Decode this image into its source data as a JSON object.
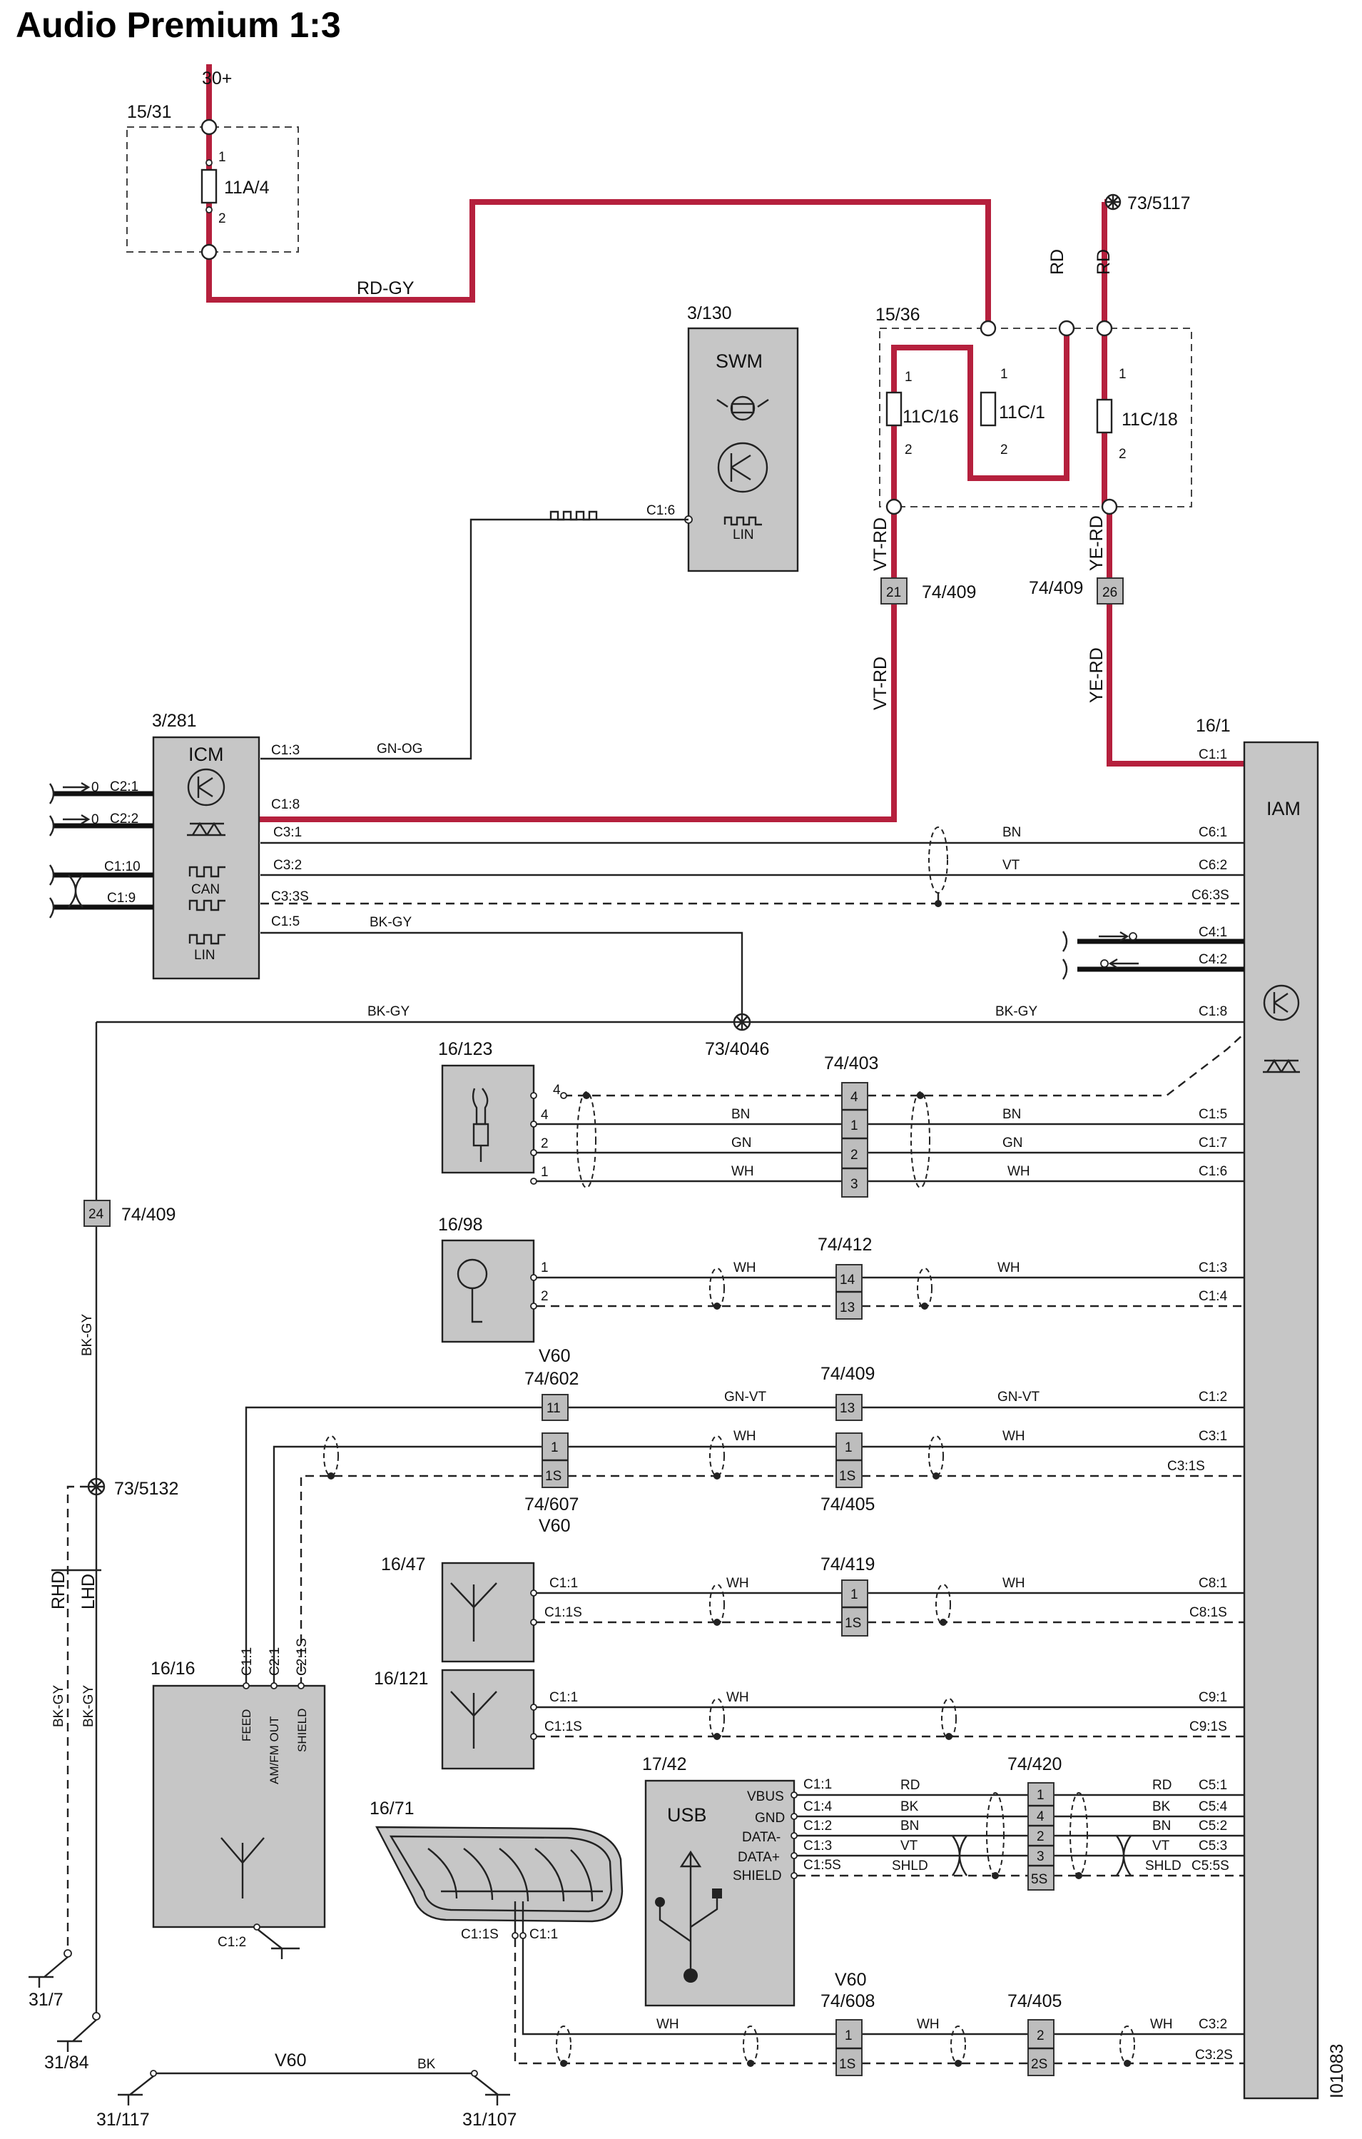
{
  "title": "Audio Premium 1:3",
  "drawing_id": "I01083",
  "labels": {
    "supply": "30+",
    "fusebox_top": "15/31",
    "fuse_11a4": "11A/4",
    "ground_5117": "73/5117",
    "fusebox_right": "15/36",
    "fuse_11c16": "11C/16",
    "fuse_11c1": "11C/1",
    "fuse_11c18": "11C/18",
    "swm_ref": "3/130",
    "swm": "SWM",
    "lin": "LIN",
    "can": "CAN",
    "c16": "C1:6",
    "icm_ref": "3/281",
    "icm": "ICM",
    "iam_ref": "16/1",
    "iam": "IAM",
    "splice_4046": "73/4046",
    "splice_5132": "73/5132",
    "conn_74_409": "74/409",
    "conn_74_403": "74/403",
    "conn_74_412": "74/412",
    "conn_74_602": "74/602",
    "conn_74_607": "74/607",
    "conn_74_405": "74/405",
    "conn_74_419": "74/419",
    "conn_74_420": "74/420",
    "conn_74_608": "74/608",
    "v60": "V60",
    "aux_ref": "16/123",
    "mic_ref": "16/98",
    "ant47_ref": "16/47",
    "ant121_ref": "16/121",
    "amp_ref": "16/16",
    "usb_ref": "17/42",
    "usb": "USB",
    "glass_ref": "16/71",
    "gnd_317": "31/7",
    "gnd_3184": "31/84",
    "gnd_31117": "31/117",
    "gnd_31107": "31/107",
    "rhd": "RHD",
    "lhd": "LHD",
    "feed": "FEED",
    "amfm": "AM/FM OUT",
    "shield": "SHIELD",
    "vbus": "VBUS",
    "gnd": "GND",
    "data_minus": "DATA-",
    "data_plus": "DATA+",
    "usb_shield": "SHIELD"
  },
  "wire_colors": {
    "rd_gy": "RD-GY",
    "rd": "RD",
    "vt_rd": "VT-RD",
    "ye_rd": "YE-RD",
    "gn_og": "GN-OG",
    "bn": "BN",
    "vt": "VT",
    "bk_gy": "BK-GY",
    "gn": "GN",
    "wh": "WH",
    "gn_vt": "GN-VT",
    "bk": "BK",
    "shld": "SHLD"
  },
  "pins": {
    "p1": "1",
    "p2": "2",
    "p3": "3",
    "p4": "4",
    "p0": "0",
    "p11": "11",
    "p13": "13",
    "p14": "14",
    "p21": "21",
    "p24": "24",
    "p26": "26",
    "p1s": "1S",
    "p2s": "2S",
    "p5s": "5S",
    "c1_1": "C1:1",
    "c1_2": "C1:2",
    "c1_3": "C1:3",
    "c1_4": "C1:4",
    "c1_5": "C1:5",
    "c1_6": "C1:6",
    "c1_7": "C1:7",
    "c1_8": "C1:8",
    "c1_1s": "C1:1S",
    "c1_5s": "C1:5S",
    "c2_1": "C2:1",
    "c2_2": "C2:2",
    "c2_1s": "C2:1S",
    "c3_1": "C3:1",
    "c3_2": "C3:2",
    "c3_3s": "C3:3S",
    "c3_1s": "C3:1S",
    "c3_2s": "C3:2S",
    "c1_10": "C1:10",
    "c1_9": "C1:9",
    "c4_1": "C4:1",
    "c4_2": "C4:2",
    "c5_1": "C5:1",
    "c5_2": "C5:2",
    "c5_3": "C5:3",
    "c5_4": "C5:4",
    "c5_5s": "C5:5S",
    "c6_1": "C6:1",
    "c6_2": "C6:2",
    "c6_3s": "C6:3S",
    "c8_1": "C8:1",
    "c8_1s": "C8:1S",
    "c9_1": "C9:1",
    "c9_1s": "C9:1S"
  },
  "colors": {
    "power_wire": "#b5203d",
    "module_fill": "#c6c6c6",
    "connector_fill": "#bdbdbd"
  }
}
